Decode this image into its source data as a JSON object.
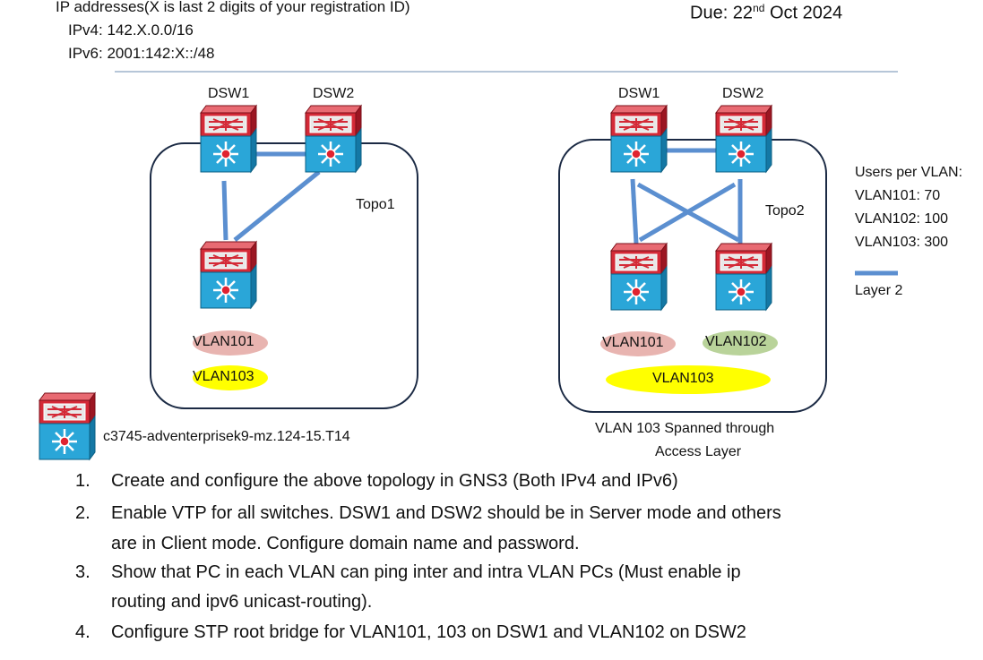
{
  "header": {
    "ip_title": "IP addresses(X is last 2 digits of your registration ID)",
    "ipv4": "IPv4: 142.X.0.0/16",
    "ipv6": "IPv6: 2001:142:X::/48",
    "due_prefix": "Due: 22",
    "due_sup": "nd",
    "due_suffix": " Oct 2024"
  },
  "topo1": {
    "name": "Topo1",
    "dsw1": "DSW1",
    "dsw2": "DSW2",
    "vlan101": "VLAN101",
    "vlan103": "VLAN103"
  },
  "topo2": {
    "name": "Topo2",
    "dsw1": "DSW1",
    "dsw2": "DSW2",
    "vlan101": "VLAN101",
    "vlan102": "VLAN102",
    "vlan103": "VLAN103",
    "caption_line1": "VLAN 103 Spanned through",
    "caption_line2": "Access Layer"
  },
  "legend": {
    "title": "Users per VLAN:",
    "vlan101": "VLAN101: 70",
    "vlan102": "VLAN102: 100",
    "vlan103": "VLAN103: 300",
    "layer2": "Layer 2"
  },
  "device_image": "c3745-adventerprisek9-mz.124-15.T14",
  "tasks": [
    {
      "num": "1.",
      "text": "Create and configure the above topology in GNS3 (Both IPv4 and IPv6)"
    },
    {
      "num": "2.",
      "line1": "Enable VTP for all switches. DSW1 and DSW2 should be in Server mode and others",
      "line2": "are in Client mode. Configure domain name and password."
    },
    {
      "num": "3.",
      "line1": "Show that PC in each VLAN can ping inter and intra VLAN PCs (Must enable ip",
      "line2": "routing and ipv6 unicast-routing)."
    },
    {
      "num": "4.",
      "text": "Configure STP root bridge for VLAN101, 103 on DSW1 and VLAN102 on DSW2"
    }
  ],
  "colors": {
    "link": "#5b8fd0",
    "switch_top": "#d42a37",
    "switch_bottom": "#2aa6d8",
    "vlan101_fill": "#e8b4b0",
    "vlan102_fill": "#b9d39a",
    "vlan103_fill": "#ffff00",
    "divider": "#9db3cc"
  }
}
